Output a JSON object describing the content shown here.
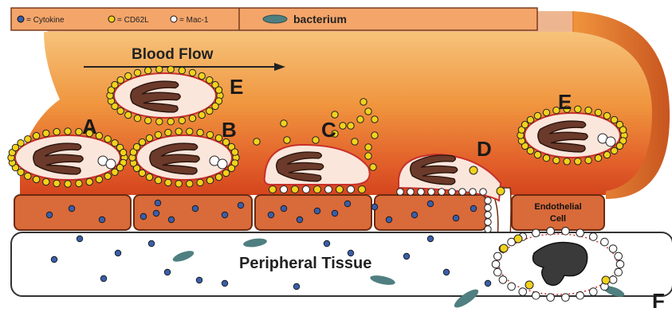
{
  "legend": {
    "cytokine": "= Cytokine",
    "cd62l": "= CD62L",
    "mac1": "= Mac-1",
    "bacterium": "bacterium"
  },
  "labels": {
    "blood_flow": "Blood Flow",
    "peripheral_tissue": "Peripheral Tissue",
    "endothelial_cell": [
      "Endothelial",
      "Cell"
    ],
    "stage_a": "A",
    "stage_b": "B",
    "stage_c": "C",
    "stage_d": "D",
    "stage_e": "E",
    "stage_f": "F"
  },
  "colors": {
    "cytokine": "#3a5ea8",
    "cd62l": "#f2d21c",
    "mac1": "#ffffff",
    "vessel": "#e8752e",
    "endothelium": "#d96a3a",
    "bacterium": "#4f7f80"
  }
}
